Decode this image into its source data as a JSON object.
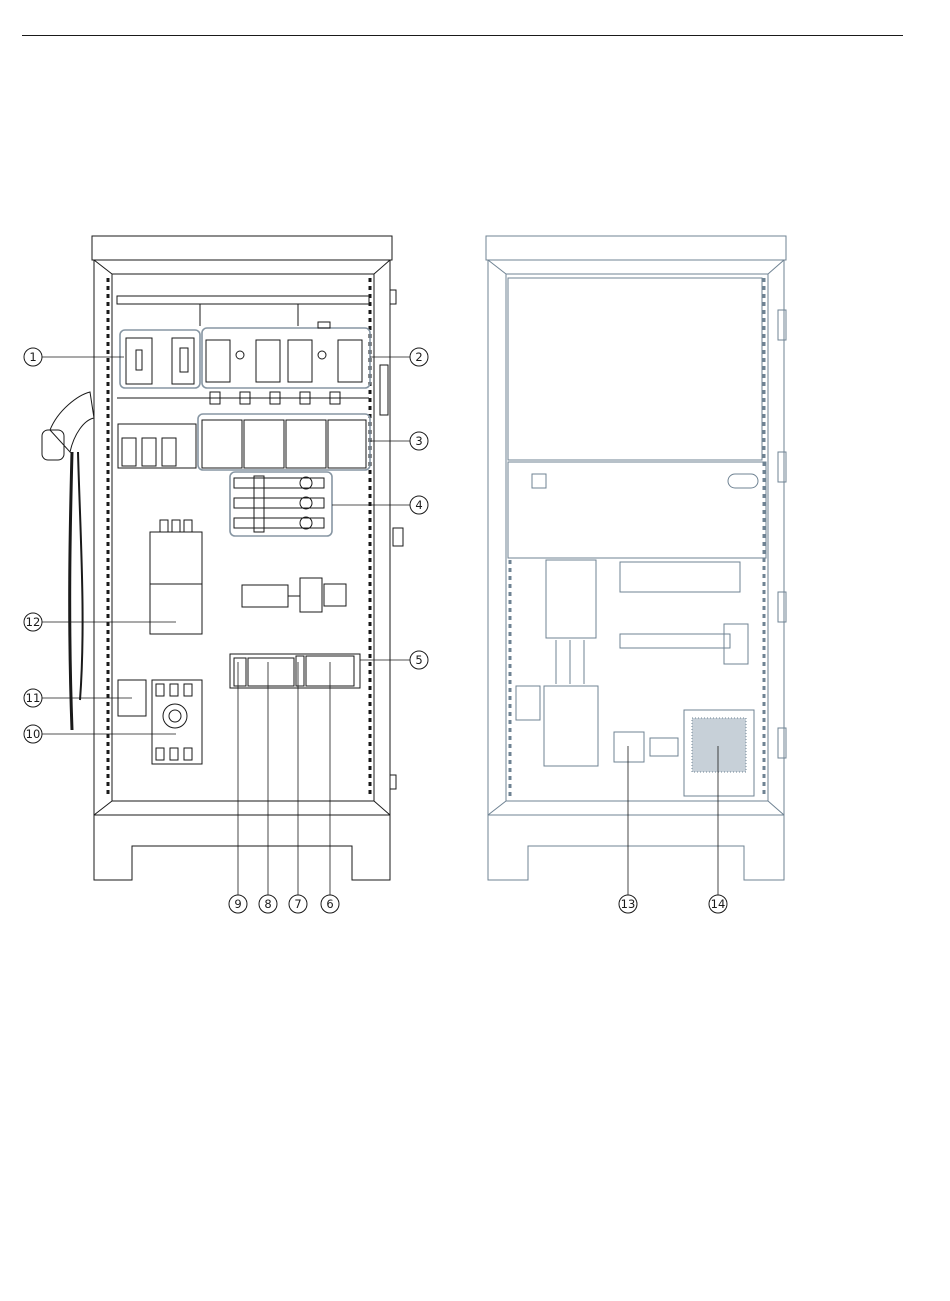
{
  "callouts": {
    "c1": "1",
    "c2": "2",
    "c3": "3",
    "c4": "4",
    "c5": "5",
    "c6": "6",
    "c7": "7",
    "c8": "8",
    "c9": "9",
    "c10": "10",
    "c11": "11",
    "c12": "12",
    "c13": "13",
    "c14": "14"
  },
  "colors": {
    "front_line": "#1a1a1a",
    "rear_line": "#6f8393",
    "highlight": "#8796a3"
  }
}
